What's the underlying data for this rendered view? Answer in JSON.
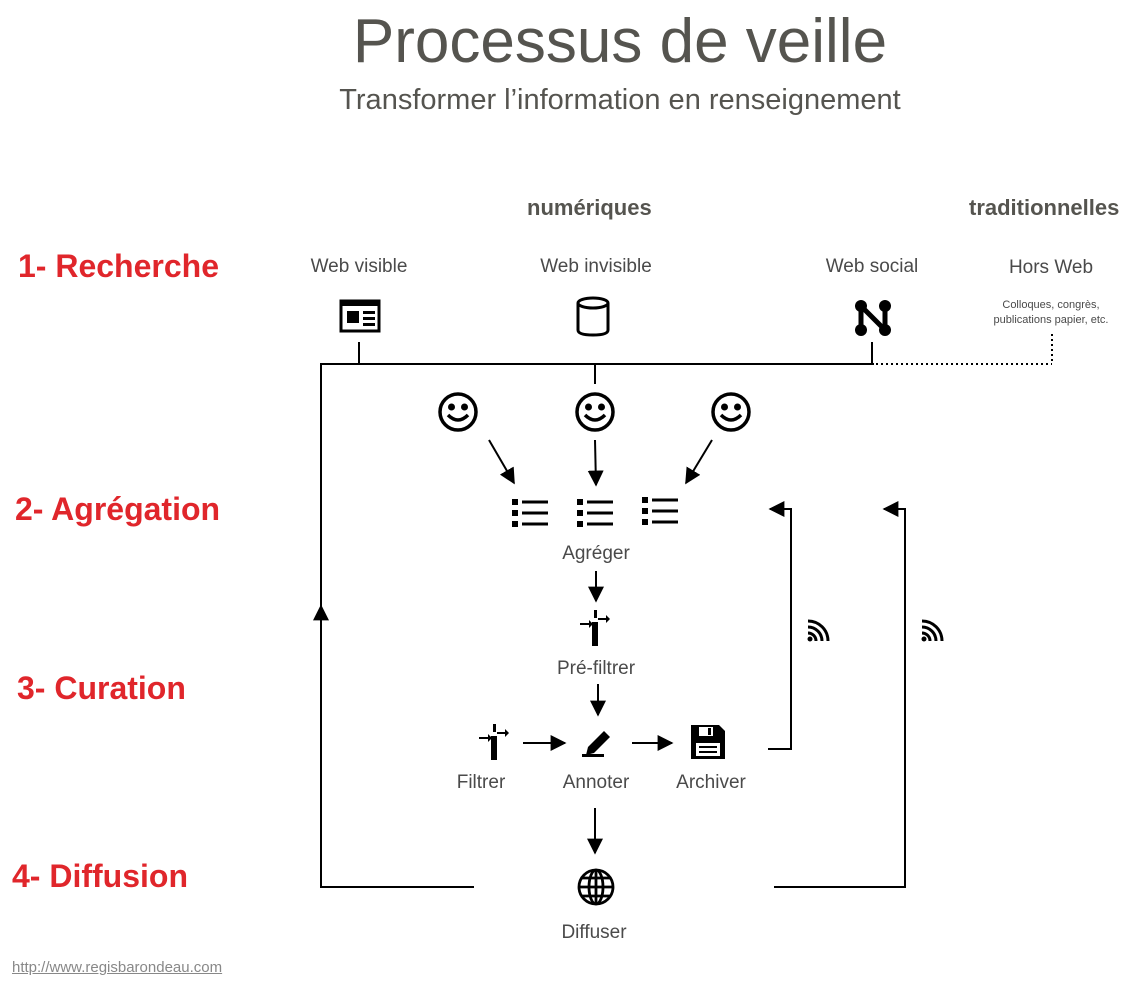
{
  "title": "Processus de veille",
  "subtitle": "Transformer l’information en renseignement",
  "categories": {
    "digital": "numériques",
    "traditional": "traditionnelles"
  },
  "steps": [
    "1- Recherche",
    "2- Agrégation",
    "3- Curation",
    "4- Diffusion"
  ],
  "sources": {
    "web_visible": "Web visible",
    "web_invisible": "Web invisible",
    "web_social": "Web social",
    "hors_web": "Hors Web",
    "hors_web_note_1": "Colloques, congrès,",
    "hors_web_note_2": "publications papier, etc."
  },
  "actions": {
    "aggregate": "Agréger",
    "prefilter": "Pré-filtrer",
    "filter": "Filtrer",
    "annotate": "Annoter",
    "archive": "Archiver",
    "diffuse": "Diffuser"
  },
  "footer_link": "http://www.regisbarondeau.com",
  "colors": {
    "accent": "#e0262b",
    "text": "#4a4a4a",
    "title": "#55544f"
  },
  "icons": [
    "news-icon",
    "database-icon",
    "network-icon",
    "smiley-icon",
    "list-icon",
    "filter-icon",
    "pen-icon",
    "floppy-icon",
    "rss-icon",
    "globe-icon"
  ]
}
